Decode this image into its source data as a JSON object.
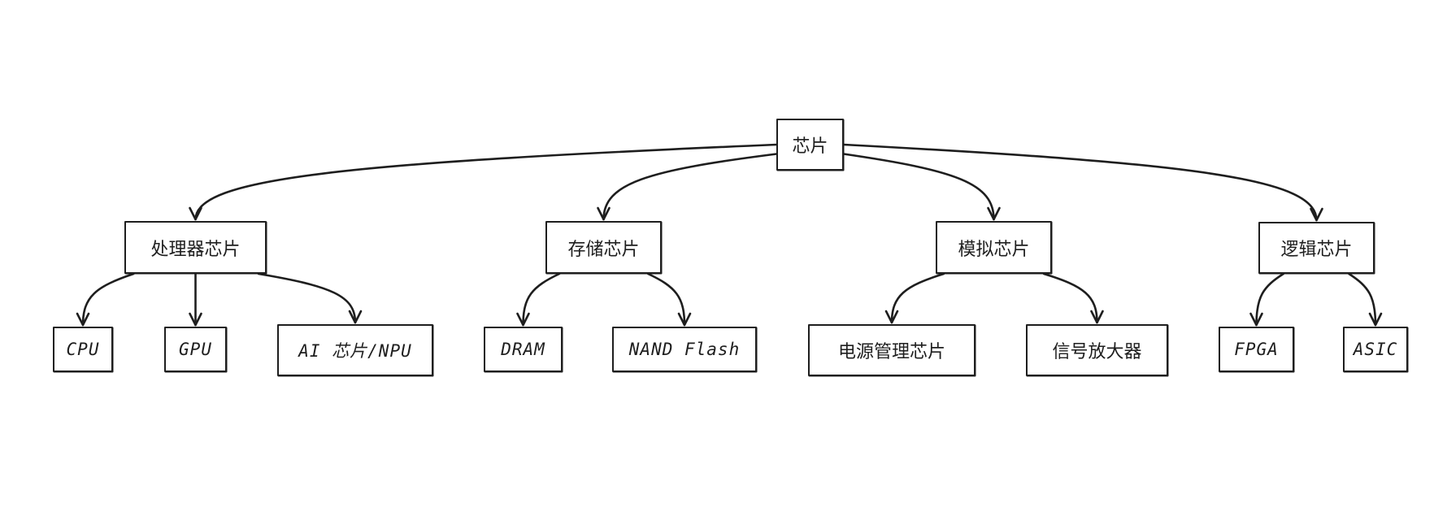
{
  "diagram": {
    "type": "tree",
    "stroke_color": "#1e1e1e",
    "background": "#ffffff",
    "root": {
      "id": "root",
      "label": "芯片"
    },
    "categories": [
      {
        "id": "processor",
        "label": "处理器芯片",
        "children": [
          {
            "id": "cpu",
            "label": "CPU"
          },
          {
            "id": "gpu",
            "label": "GPU"
          },
          {
            "id": "npu",
            "label": "AI 芯片/NPU"
          }
        ]
      },
      {
        "id": "memory",
        "label": "存储芯片",
        "children": [
          {
            "id": "dram",
            "label": "DRAM"
          },
          {
            "id": "nand",
            "label": "NAND Flash"
          }
        ]
      },
      {
        "id": "analog",
        "label": "模拟芯片",
        "children": [
          {
            "id": "pmic",
            "label": "电源管理芯片"
          },
          {
            "id": "amp",
            "label": "信号放大器"
          }
        ]
      },
      {
        "id": "logic",
        "label": "逻辑芯片",
        "children": [
          {
            "id": "fpga",
            "label": "FPGA"
          },
          {
            "id": "asic",
            "label": "ASIC"
          }
        ]
      }
    ],
    "edges": [
      [
        "root",
        "processor"
      ],
      [
        "root",
        "memory"
      ],
      [
        "root",
        "analog"
      ],
      [
        "root",
        "logic"
      ],
      [
        "processor",
        "cpu"
      ],
      [
        "processor",
        "gpu"
      ],
      [
        "processor",
        "npu"
      ],
      [
        "memory",
        "dram"
      ],
      [
        "memory",
        "nand"
      ],
      [
        "analog",
        "pmic"
      ],
      [
        "analog",
        "amp"
      ],
      [
        "logic",
        "fpga"
      ],
      [
        "logic",
        "asic"
      ]
    ]
  }
}
